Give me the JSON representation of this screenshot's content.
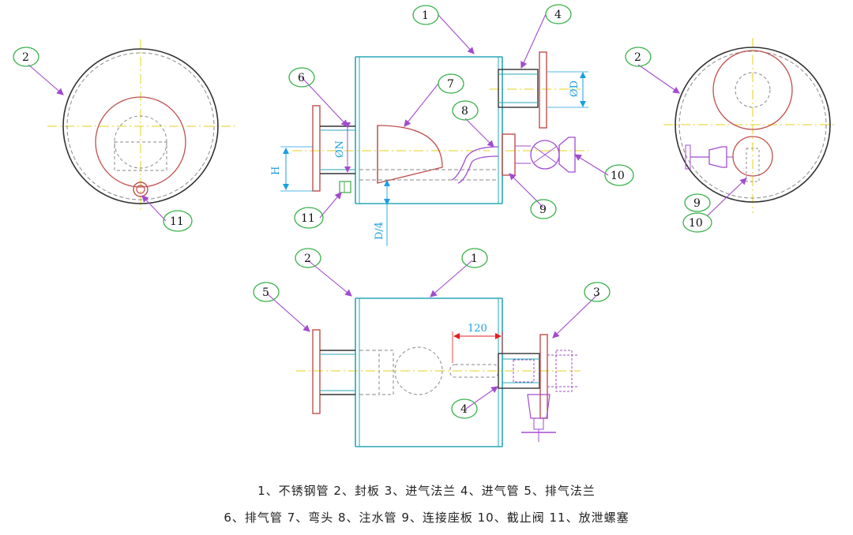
{
  "callouts": {
    "c1a": "1",
    "c2a": "2",
    "c4a": "4",
    "c6": "6",
    "c7": "7",
    "c8": "8",
    "c2r": "2",
    "c11l": "11",
    "c11m": "11",
    "c9m": "9",
    "c10m": "10",
    "c9r": "9",
    "c10r": "10",
    "c2b": "2",
    "c1b": "1",
    "c5": "5",
    "c3": "3",
    "c4b": "4"
  },
  "dimensions": {
    "od": "ØD",
    "on": "ØN",
    "h": "H",
    "d4": "D/4",
    "len": "120"
  },
  "legend": {
    "line1": "1、不锈钢管   2、封板   3、进气法兰   4、进气管   5、排气法兰",
    "line2": "6、排气管   7、弯头   8、注水管   9、连接座板   10、截止阀   11、放泄螺塞"
  },
  "colors": {
    "pipe": "#2aa7b5",
    "flange": "#c0504d",
    "leader": "#a24bcf",
    "centerline": "#e6d21a",
    "callout_circle": "#38b24a",
    "dimension": "#1a9fe0",
    "dim_red": "#e02020",
    "hidden": "#8a8a8a"
  }
}
